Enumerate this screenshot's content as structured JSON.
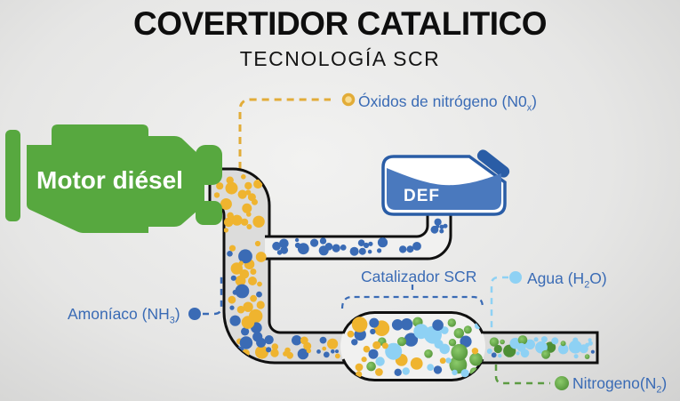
{
  "header": {
    "title": "COVERTIDOR CATALITICO",
    "subtitle": "TECNOLOGÍA SCR"
  },
  "engine": {
    "label": "Motor diésel"
  },
  "def_tank": {
    "label": "DEF"
  },
  "callouts": {
    "nox": {
      "prefix": "Óxidos de nitrógeno (N0",
      "sub": "x",
      "suffix": ")"
    },
    "ammonia": {
      "prefix": "Amoníaco (NH",
      "sub": "3",
      "suffix": ")"
    },
    "catalyst": {
      "label": "Catalizador SCR"
    },
    "water": {
      "prefix": "Agua (H",
      "sub": "2",
      "suffix": "O)"
    },
    "nitrogen": {
      "prefix": "Nitrogeno(N",
      "sub": "2",
      "suffix": ")"
    }
  },
  "palette": {
    "label_text_blue": "#3a6bb5",
    "engine_green": "#57a83f",
    "tank_blue": "#2a5da6",
    "liquid_blue": "#4a79be",
    "pipe_fill": "#dcdcdb",
    "pipe_fill_light": "#f1f1f0",
    "pipe_stroke": "#101010",
    "dash_yellow": "#e2ac38",
    "dash_blue": "#3a6bb5",
    "dash_lightblue": "#8ed1f4",
    "dash_green": "#5c9b42",
    "particle_yellow": "#efb42f",
    "particle_blue": "#3a6bb5",
    "particle_lightblue": "#8ed1f4",
    "particle_green_light": "#8ccb6b",
    "particle_green_dark": "#4e8f35",
    "nox_dot_fill": "#f8dc92"
  }
}
